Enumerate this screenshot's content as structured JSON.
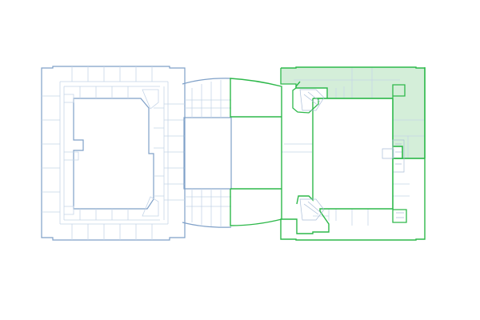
{
  "floor_plan": {
    "colors": {
      "unselected_outline": "#7fa0c8",
      "interior_lines": "#c5d5e8",
      "selected_outline": "#2db84a",
      "selected_fill": "#d4eed9",
      "background": "#ffffff"
    },
    "wings": [
      {
        "id": "west-building",
        "state": "unselected"
      },
      {
        "id": "center-connector",
        "state": "partially-selected"
      },
      {
        "id": "east-building",
        "state": "selected"
      }
    ]
  }
}
